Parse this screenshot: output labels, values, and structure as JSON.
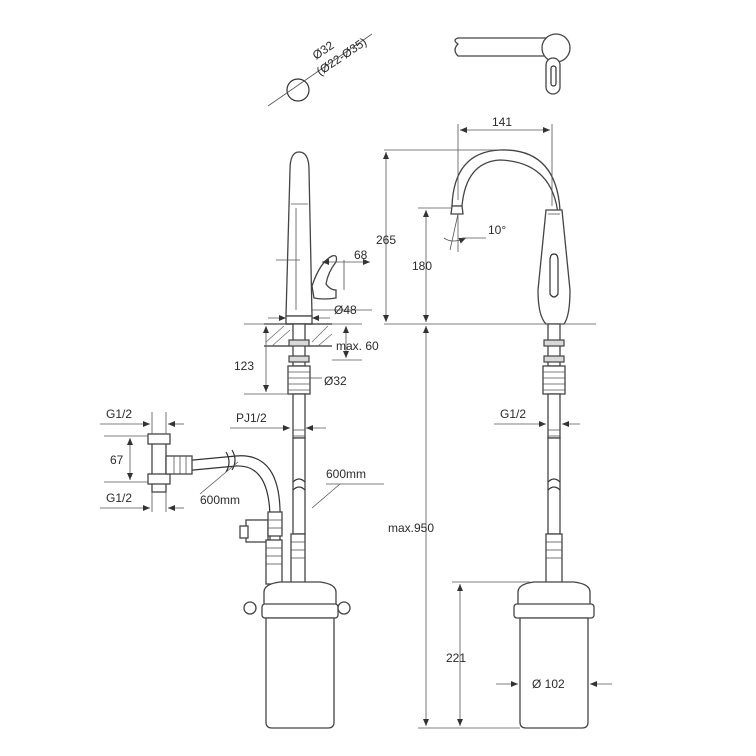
{
  "labels": {
    "top_diam": "Ø32",
    "top_range": "(Ø22-Ø35)",
    "d141": "141",
    "d265": "265",
    "d180": "180",
    "angle": "10°",
    "d68": "68",
    "d48": "Ø48",
    "max60": "max. 60",
    "d123": "123",
    "d32": "Ø32",
    "pj12": "PJ1/2",
    "g12_top": "G1/2",
    "d67": "67",
    "g12_bot": "G1/2",
    "hose600_left": "600mm",
    "hose600_right": "600mm",
    "g12_right": "G1/2",
    "max950": "max.950",
    "d221": "221",
    "d102": "Ø 102"
  }
}
